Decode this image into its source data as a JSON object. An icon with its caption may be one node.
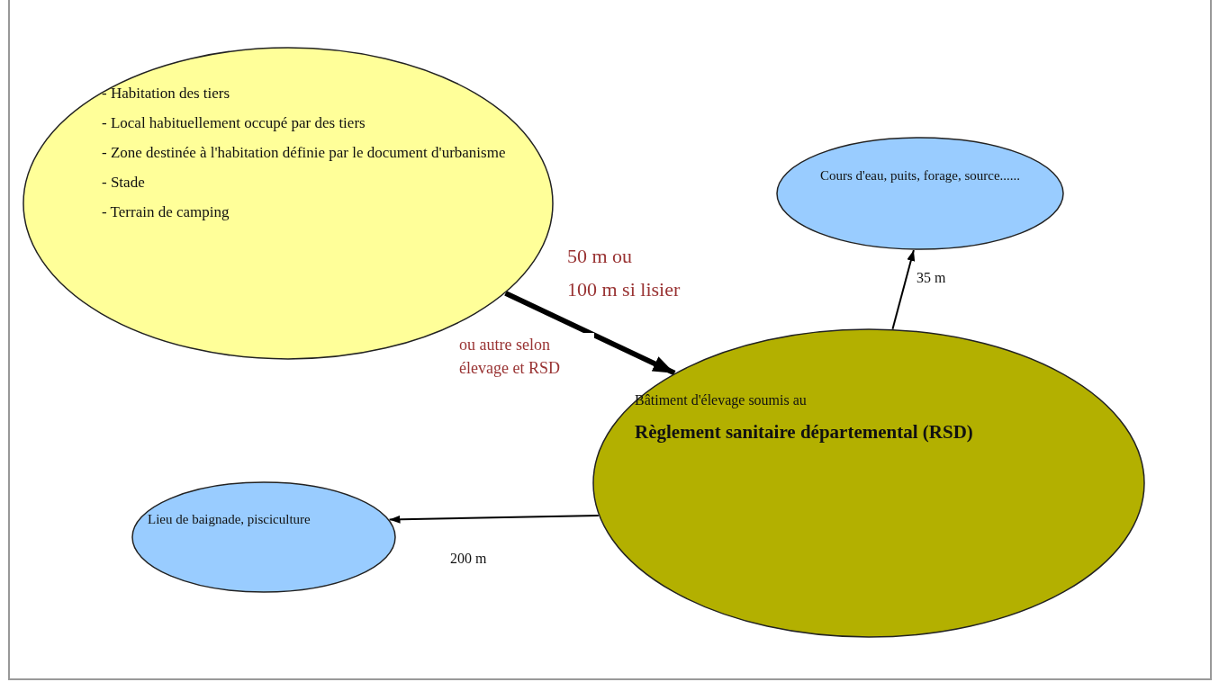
{
  "diagram": {
    "nodes": [
      {
        "text": [
          "- Habitation des tiers",
          "- Local habituellement occupé par des tiers",
          "- Zone destinée à l'habitation définie par le document d'urbanisme",
          "- Stade",
          "- Terrain de camping"
        ]
      },
      {
        "text": [
          "Cours d'eau, puits, forage, source......"
        ]
      },
      {
        "text": [
          "Bâtiment d'élevage soumis au",
          "Règlement sanitaire départemental (RSD)"
        ]
      },
      {
        "text": [
          "Lieu de baignade, pisciculture"
        ]
      }
    ],
    "edges": [
      {
        "from": 0,
        "to": 2,
        "arrow": "to",
        "label": "50 m ou",
        "style": "thick"
      },
      {
        "from": 2,
        "to": 1,
        "arrow": "to",
        "label": "35 m"
      },
      {
        "from": 2,
        "to": 3,
        "arrow": "to",
        "label": "200 m"
      }
    ],
    "labels": [
      "100 m si lisier",
      "ou autre selon élevage et RSD"
    ]
  }
}
